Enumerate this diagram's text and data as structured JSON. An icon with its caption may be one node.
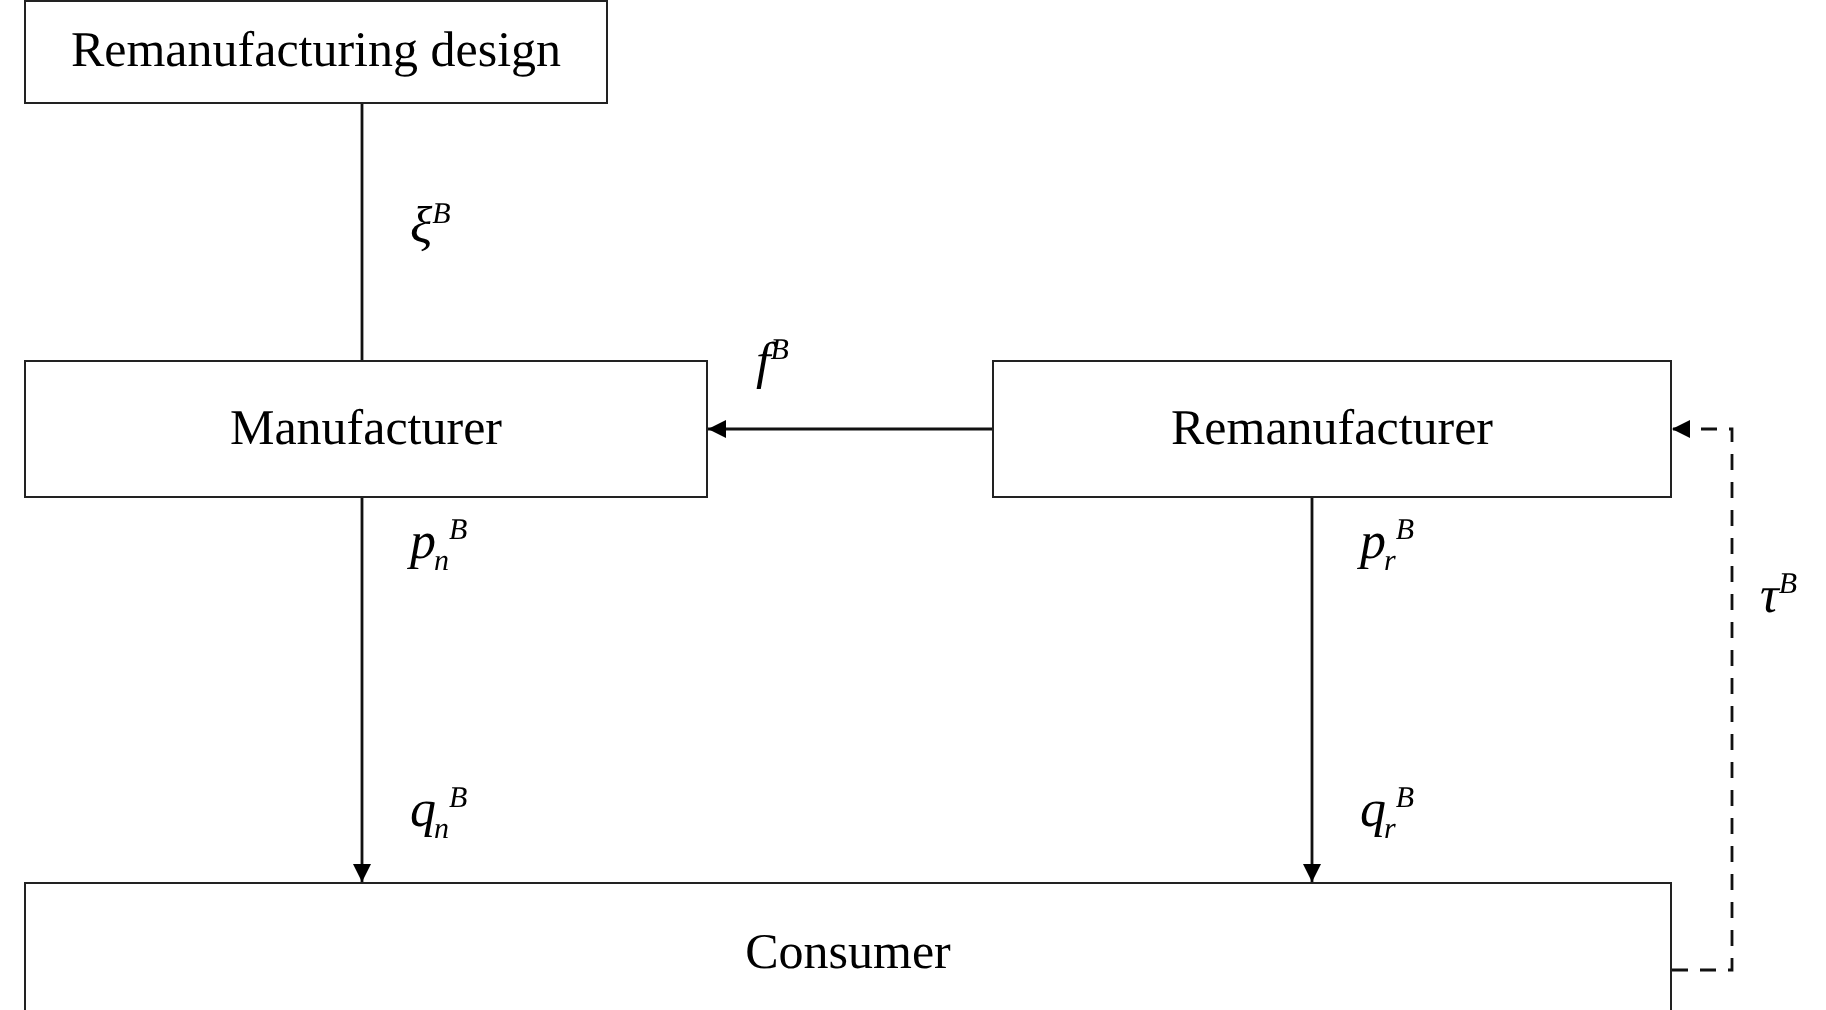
{
  "diagram": {
    "nodes": [
      {
        "text": [
          "Remanufacturing design"
        ]
      },
      {
        "text": [
          "Manufacturer"
        ]
      },
      {
        "text": [
          "Remanufacturer"
        ]
      },
      {
        "text": [
          "Consumer"
        ]
      }
    ],
    "edges": [
      {
        "from": 0,
        "to": 1,
        "arrow": "none",
        "label": "ξ$^{B}$"
      },
      {
        "from": 2,
        "to": 1,
        "arrow": "to",
        "label": "f$^{B}$"
      },
      {
        "from": 1,
        "to": 3,
        "arrow": "to",
        "label": "p$_{n}$$^{B}$"
      },
      {
        "from": 2,
        "to": 3,
        "arrow": "to",
        "label": "p$_{r}$$^{B}$"
      },
      {
        "from": 3,
        "to": 2,
        "arrow": "to",
        "style": "dashed",
        "label": "τ$^{B}$"
      }
    ],
    "labels": [
      "q$_{n}$$^{B}$",
      "q$_{r}$$^{B}$"
    ]
  }
}
